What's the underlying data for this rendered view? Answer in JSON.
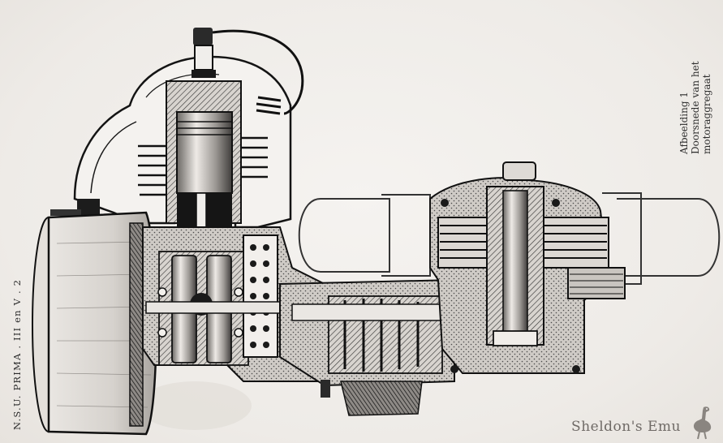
{
  "document": {
    "side_caption": "N.S.U. PRIMA . III en V . 2",
    "figure_caption": {
      "line1": "Afbeelding 1",
      "line2": "Doorsnede van het",
      "line3": "motoraggregaat"
    },
    "watermark": "Sheldon's Emu"
  },
  "colors": {
    "paper": "#f1efec",
    "ink": "#1a1a1a",
    "watermark": "#6f6a66"
  },
  "icons": {
    "watermark_logo": "emu-bird-icon"
  }
}
